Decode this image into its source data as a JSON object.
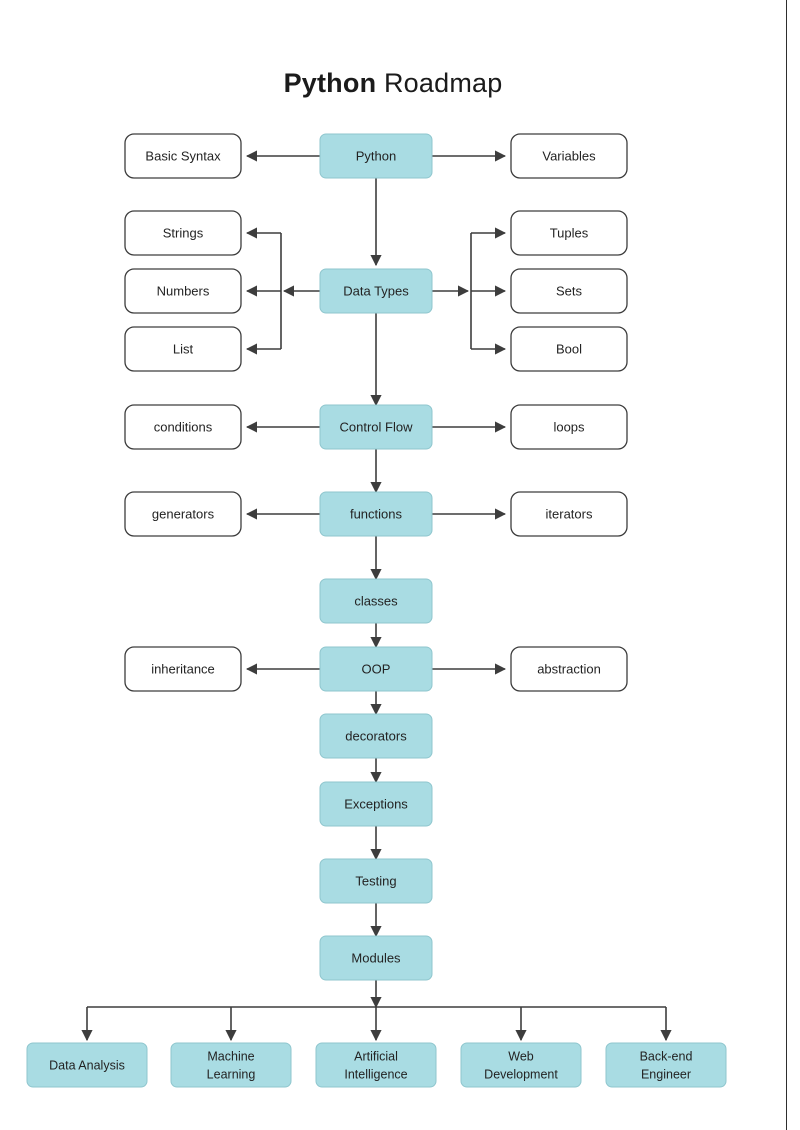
{
  "page": {
    "title_bold": "Python",
    "title_rest": " Roadmap",
    "background_color": "#ffffff",
    "accent_color": "#a9dce3",
    "border_color": "#3d3d3d"
  },
  "nodes": {
    "python": {
      "label": "Python",
      "style": "teal"
    },
    "basic_syntax": {
      "label": "Basic Syntax",
      "style": "white"
    },
    "variables": {
      "label": "Variables",
      "style": "white"
    },
    "data_types": {
      "label": "Data Types",
      "style": "teal"
    },
    "strings": {
      "label": "Strings",
      "style": "white"
    },
    "numbers": {
      "label": "Numbers",
      "style": "white"
    },
    "list": {
      "label": "List",
      "style": "white"
    },
    "tuples": {
      "label": "Tuples",
      "style": "white"
    },
    "sets": {
      "label": "Sets",
      "style": "white"
    },
    "bool": {
      "label": "Bool",
      "style": "white"
    },
    "control_flow": {
      "label": "Control Flow",
      "style": "teal"
    },
    "conditions": {
      "label": "conditions",
      "style": "white"
    },
    "loops": {
      "label": "loops",
      "style": "white"
    },
    "functions": {
      "label": "functions",
      "style": "teal"
    },
    "generators": {
      "label": "generators",
      "style": "white"
    },
    "iterators": {
      "label": "iterators",
      "style": "white"
    },
    "classes": {
      "label": "classes",
      "style": "teal"
    },
    "oop": {
      "label": "OOP",
      "style": "teal"
    },
    "inheritance": {
      "label": "inheritance",
      "style": "white"
    },
    "abstraction": {
      "label": "abstraction",
      "style": "white"
    },
    "decorators": {
      "label": "decorators",
      "style": "teal"
    },
    "exceptions": {
      "label": "Exceptions",
      "style": "teal"
    },
    "testing": {
      "label": "Testing",
      "style": "teal"
    },
    "modules": {
      "label": "Modules",
      "style": "teal"
    },
    "data_analysis": {
      "label": "Data Analysis",
      "style": "teal"
    },
    "machine_learning_l1": {
      "label": "Machine",
      "style": "teal"
    },
    "machine_learning_l2": {
      "label": "Learning",
      "style": "teal"
    },
    "artificial_intelligence_l1": {
      "label": "Artificial",
      "style": "teal"
    },
    "artificial_intelligence_l2": {
      "label": "Intelligence",
      "style": "teal"
    },
    "web_development_l1": {
      "label": "Web",
      "style": "teal"
    },
    "web_development_l2": {
      "label": "Development",
      "style": "teal"
    },
    "backend_engineer_l1": {
      "label": "Back-end",
      "style": "teal"
    },
    "backend_engineer_l2": {
      "label": "Engineer",
      "style": "teal"
    }
  },
  "chart_data": {
    "type": "diagram",
    "title": "Python Roadmap",
    "orientation": "top-to-bottom",
    "spine": [
      "Python",
      "Data Types",
      "Control Flow",
      "functions",
      "classes",
      "OOP",
      "decorators",
      "Exceptions",
      "Testing",
      "Modules"
    ],
    "branches": [
      {
        "from": "Python",
        "left": [
          "Basic Syntax"
        ],
        "right": [
          "Variables"
        ]
      },
      {
        "from": "Data Types",
        "left": [
          "Strings",
          "Numbers",
          "List"
        ],
        "right": [
          "Tuples",
          "Sets",
          "Bool"
        ]
      },
      {
        "from": "Control Flow",
        "left": [
          "conditions"
        ],
        "right": [
          "loops"
        ]
      },
      {
        "from": "functions",
        "left": [
          "generators"
        ],
        "right": [
          "iterators"
        ]
      },
      {
        "from": "OOP",
        "left": [
          "inheritance"
        ],
        "right": [
          "abstraction"
        ]
      }
    ],
    "outcomes": [
      "Data Analysis",
      "Machine Learning",
      "Artificial Intelligence",
      "Web Development",
      "Back-end Engineer"
    ]
  }
}
